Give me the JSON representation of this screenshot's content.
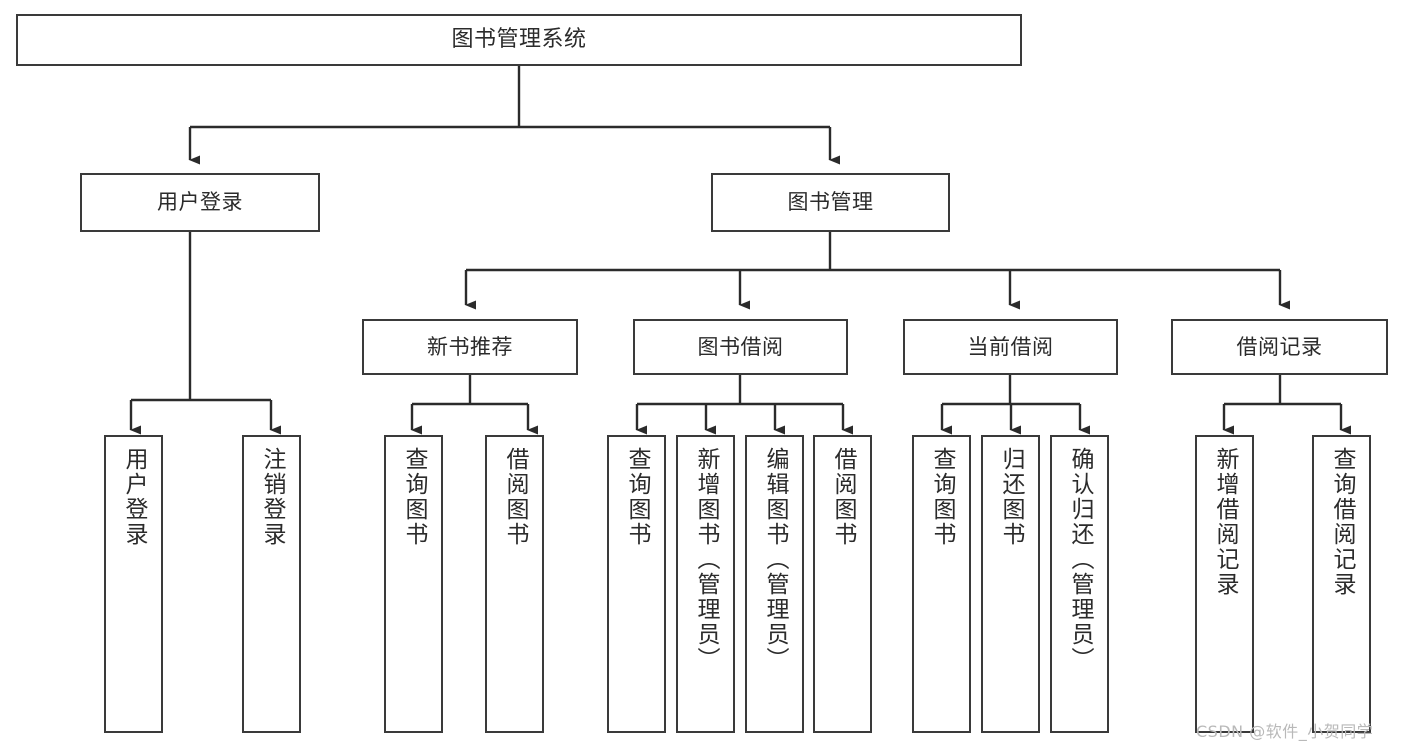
{
  "diagram": {
    "type": "functional-structure-tree",
    "title": "图书管理系统",
    "root": {
      "label": "图书管理系统"
    },
    "level2": [
      {
        "label": "用户登录"
      },
      {
        "label": "图书管理"
      }
    ],
    "level3": [
      {
        "label": "新书推荐"
      },
      {
        "label": "图书借阅"
      },
      {
        "label": "当前借阅"
      },
      {
        "label": "借阅记录"
      }
    ],
    "leaves": {
      "user_login": [
        {
          "label": "用户登录"
        },
        {
          "label": "注销登录"
        }
      ],
      "new_book_recommend": [
        {
          "label": "查询图书"
        },
        {
          "label": "借阅图书"
        }
      ],
      "book_borrow": [
        {
          "label": "查询图书"
        },
        {
          "label": "新增图书（管理员）"
        },
        {
          "label": "编辑图书（管理员）"
        },
        {
          "label": "借阅图书"
        }
      ],
      "current_borrow": [
        {
          "label": "查询图书"
        },
        {
          "label": "归还图书"
        },
        {
          "label": "确认归还（管理员）"
        }
      ],
      "borrow_record": [
        {
          "label": "新增借阅记录"
        },
        {
          "label": "查询借阅记录"
        }
      ]
    }
  },
  "watermark": {
    "text": "CSDN @软件_小贺同学"
  },
  "colors": {
    "stroke": "#3a3a3a",
    "text": "#2b2b2b",
    "background": "#ffffff",
    "watermark": "#b9b9b9"
  }
}
